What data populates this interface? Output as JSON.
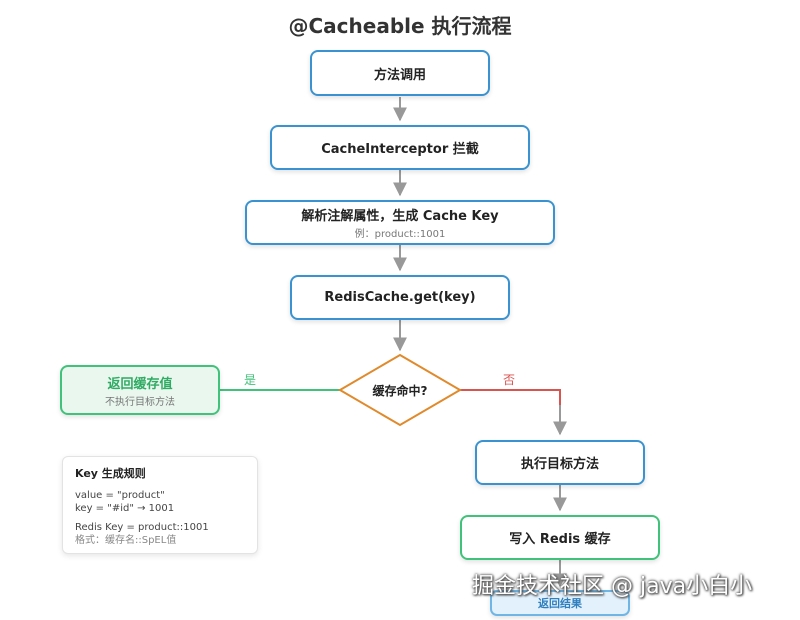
{
  "title": "@Cacheable 执行流程",
  "nodes": {
    "method_call": "方法调用",
    "interceptor": "CacheInterceptor 拦截",
    "parse_main": "解析注解属性，生成 Cache Key",
    "parse_example": "例：product::1001",
    "redis_get": "RedisCache.get(key)",
    "cache_hit": "缓存命中?",
    "return_cached_main": "返回缓存值",
    "return_cached_sub": "不执行目标方法",
    "exec_target": "执行目标方法",
    "write_redis": "写入 Redis 缓存",
    "return_result": "返回结果"
  },
  "edge_labels": {
    "yes": "是",
    "no": "否"
  },
  "legend": {
    "title": "Key 生成规则",
    "value_line": "value = \"product\"",
    "key_line": "key = \"#id\" → 1001",
    "redis_key_line": "Redis Key = product::1001",
    "format_line": "格式：缓存名::SpEL值"
  },
  "watermark": "掘金技术社区 @ java小白小",
  "colors": {
    "node_border": "#3a93d0",
    "green_border": "#41c27a",
    "decision_border": "#e08a2c",
    "arrow_gray": "#999999",
    "yes_line": "#41c27a",
    "no_line": "#d9534f"
  }
}
